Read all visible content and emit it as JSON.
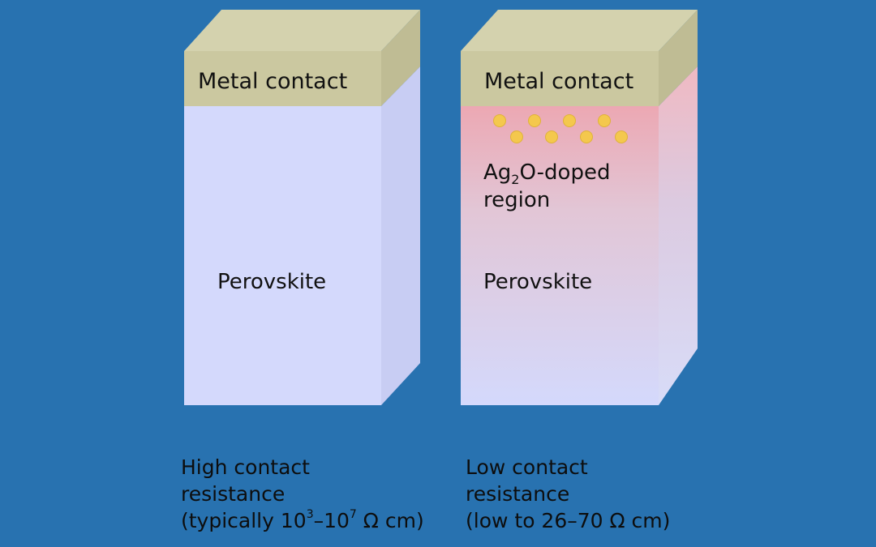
{
  "colors": {
    "background": "#2872b0",
    "metal_contact": "#cbc8a0",
    "perovskite": "#d4d9fc",
    "doped_region": "#eca8b3",
    "dopant_dots": "#f4c84d"
  },
  "left_block": {
    "contact_label": "Metal contact",
    "body_label": "Perovskite"
  },
  "right_block": {
    "contact_label": "Metal contact",
    "region_label_prefix": "Ag",
    "region_label_subscript": "2",
    "region_label_suffix": "O-doped",
    "region_label_line2": "region",
    "body_label": "Perovskite",
    "dopant_dot_count": 8
  },
  "captions": {
    "left": {
      "line1": "High contact",
      "line2": "resistance",
      "line3_prefix": "(typically 10",
      "line3_exp1": "3",
      "line3_mid": "–10",
      "line3_exp2": "7",
      "line3_suffix": " Ω cm)"
    },
    "right": {
      "line1": "Low contact",
      "line2": "resistance",
      "line3": "(low to 26–70 Ω cm)"
    }
  }
}
